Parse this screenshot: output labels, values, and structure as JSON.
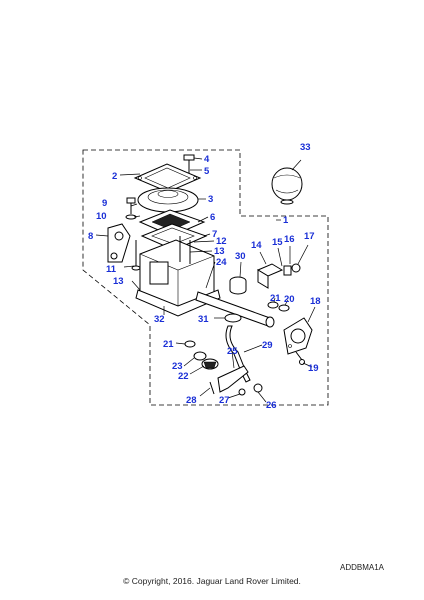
{
  "diagram": {
    "callouts": [
      {
        "id": "33",
        "label": "33"
      },
      {
        "id": "4",
        "label": "4"
      },
      {
        "id": "5",
        "label": "5"
      },
      {
        "id": "2",
        "label": "2"
      },
      {
        "id": "3",
        "label": "3"
      },
      {
        "id": "9",
        "label": "9"
      },
      {
        "id": "10",
        "label": "10"
      },
      {
        "id": "6",
        "label": "6"
      },
      {
        "id": "1",
        "label": "1"
      },
      {
        "id": "7",
        "label": "7"
      },
      {
        "id": "8",
        "label": "8"
      },
      {
        "id": "12",
        "label": "12"
      },
      {
        "id": "13a",
        "label": "13"
      },
      {
        "id": "14",
        "label": "14"
      },
      {
        "id": "15",
        "label": "15"
      },
      {
        "id": "16",
        "label": "16"
      },
      {
        "id": "17",
        "label": "17"
      },
      {
        "id": "30",
        "label": "30"
      },
      {
        "id": "24",
        "label": "24"
      },
      {
        "id": "11",
        "label": "11"
      },
      {
        "id": "13b",
        "label": "13"
      },
      {
        "id": "21a",
        "label": "21"
      },
      {
        "id": "20a",
        "label": "20"
      },
      {
        "id": "18",
        "label": "18"
      },
      {
        "id": "32",
        "label": "32"
      },
      {
        "id": "31",
        "label": "31"
      },
      {
        "id": "21b",
        "label": "21"
      },
      {
        "id": "29",
        "label": "29"
      },
      {
        "id": "25",
        "label": "25"
      },
      {
        "id": "23",
        "label": "23"
      },
      {
        "id": "22",
        "label": "22"
      },
      {
        "id": "19",
        "label": "19"
      },
      {
        "id": "28",
        "label": "28"
      },
      {
        "id": "27",
        "label": "27"
      },
      {
        "id": "26",
        "label": "26"
      }
    ]
  },
  "footer": {
    "ref_code": "ADDBMA1A",
    "copyright": "© Copyright, 2016. Jaguar Land Rover Limited."
  }
}
